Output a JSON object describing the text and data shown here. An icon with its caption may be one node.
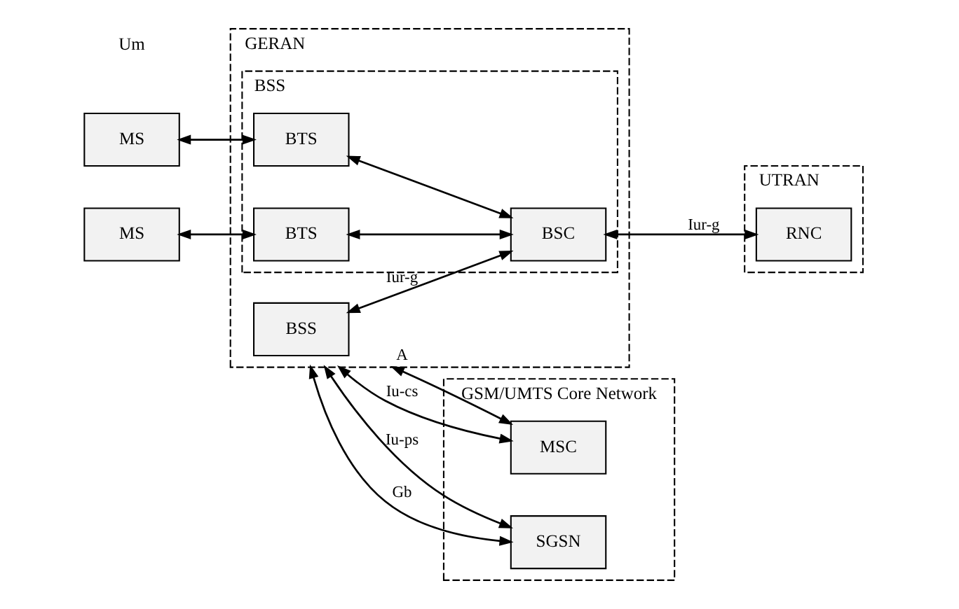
{
  "diagram": {
    "nodes": [
      {
        "text": [
          "GERAN"
        ]
      },
      {
        "text": [
          "BSS"
        ],
        "in": 0
      },
      {
        "text": [
          "BSS"
        ],
        "in": 0
      },
      {
        "text": [
          "BTS"
        ],
        "in": 2
      },
      {
        "text": [
          "BTS"
        ],
        "in": 2
      },
      {
        "text": [
          "BSC"
        ],
        "in": 2
      },
      {
        "text": [
          "MS"
        ]
      },
      {
        "text": [
          "MS"
        ]
      },
      {
        "text": [
          "GSM/UMTS Core Network"
        ]
      },
      {
        "text": [
          "MSC"
        ],
        "in": 8
      },
      {
        "text": [
          "SGSN"
        ],
        "in": 8
      },
      {
        "text": [
          "UTRAN"
        ]
      },
      {
        "text": [
          "RNC"
        ],
        "in": 11
      }
    ],
    "edges": [
      {
        "from": 6,
        "to": 3,
        "arrow": "both"
      },
      {
        "from": 7,
        "to": 4,
        "arrow": "both"
      },
      {
        "from": 3,
        "to": 5,
        "arrow": "both"
      },
      {
        "from": 4,
        "to": 5,
        "arrow": "both"
      },
      {
        "from": 1,
        "to": 5,
        "arrow": "both",
        "label": "Iur-g"
      },
      {
        "from": 5,
        "to": 12,
        "arrow": "both",
        "label": "Iur-g"
      },
      {
        "from": 0,
        "to": 9,
        "arrow": "both",
        "label": "A"
      },
      {
        "from": 0,
        "to": 9,
        "arrow": "both",
        "label": "Iu-cs"
      },
      {
        "from": 0,
        "to": 10,
        "arrow": "both",
        "label": "Iu-ps"
      },
      {
        "from": 0,
        "to": 10,
        "arrow": "both",
        "label": "Gb"
      }
    ],
    "labels": [
      "Um"
    ]
  }
}
